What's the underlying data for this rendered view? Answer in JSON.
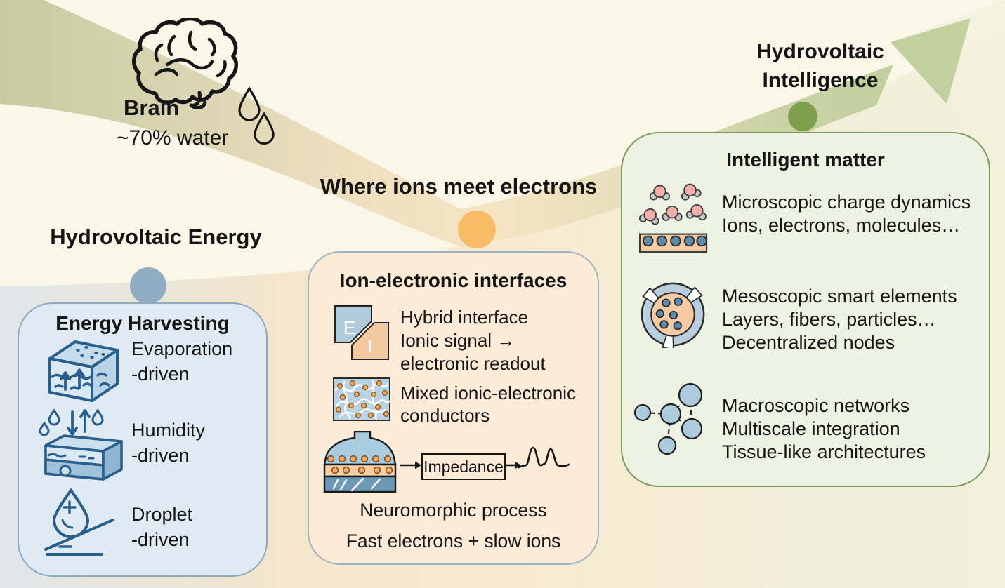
{
  "brain": {
    "title": "Brain",
    "subtitle": "~70% water"
  },
  "stages": [
    {
      "label": "Hydrovoltaic Energy",
      "dot_color": "#8FAEC3"
    },
    {
      "label": "Where ions meet electrons",
      "dot_color": "#F8BC67"
    },
    {
      "label_line1": "Hydrovoltaic",
      "label_line2": "Intelligence",
      "dot_color": "#7F9F4F"
    }
  ],
  "cards": {
    "energy": {
      "title": "Energy Harvesting",
      "bg": "#DFEAF3",
      "accent": "#8CA9C2",
      "items": [
        {
          "icon": "evaporation-cube-icon",
          "line1": "Evaporation",
          "line2": "-driven"
        },
        {
          "icon": "humidity-slab-icon",
          "line1": "Humidity",
          "line2": "-driven"
        },
        {
          "icon": "charged-droplet-icon",
          "line1": "Droplet",
          "line2": "-driven"
        }
      ]
    },
    "interfaces": {
      "title": "Ion-electronic interfaces",
      "bg": "#FBEBD7",
      "accent": "#9FB2C4",
      "hybrid": {
        "icon": "electronic-ionic-squares-icon",
        "e_label": "E",
        "i_label": "I",
        "lines": [
          "Hybrid interface",
          "Ionic signal →",
          "electronic readout"
        ]
      },
      "mixed": {
        "icon": "mixed-conductor-icon",
        "lines": [
          "Mixed ionic-electronic",
          "conductors"
        ]
      },
      "device": {
        "icon": "layered-device-icon",
        "impedance_label": "Impedance",
        "waveform_icon": "spike-waveform-icon"
      },
      "footers": [
        "Neuromorphic process",
        "Fast electrons + slow ions"
      ]
    },
    "intelligent": {
      "title": "Intelligent matter",
      "bg": "#EDF2E3",
      "accent": "#7E9960",
      "items": [
        {
          "icon": "water-molecules-icon",
          "lines": [
            "Microscopic charge dynamics",
            "Ions, electrons, molecules…"
          ]
        },
        {
          "icon": "mesoscopic-cell-icon",
          "lines": [
            "Mesoscopic smart elements",
            "Layers, fibers, particles…",
            "Decentralized nodes"
          ]
        },
        {
          "icon": "network-nodes-icon",
          "lines": [
            "Macroscopic networks",
            "Multiscale integration",
            "Tissue-like architectures"
          ]
        }
      ]
    }
  },
  "colors": {
    "background": "#FAF7E9",
    "ribbon_olive": "#C6CCA0",
    "ribbon_peach": "#F6E4C3",
    "ribbon_sage": "#C2CF9F",
    "wedge_blue": "#DCE3EA",
    "wedge_peach": "#F8E8CC",
    "wedge_green": "#EFF0DA"
  }
}
